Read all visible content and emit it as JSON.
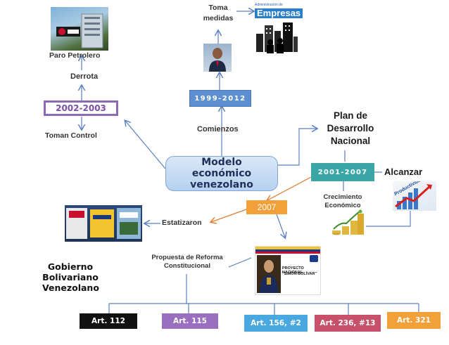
{
  "diagram": {
    "center": "Modelo económico venezolano",
    "period_1999": "1999-2012",
    "comienzos": "Comienzos",
    "toma_medidas": "Toma medidas",
    "empresas_logo_small": "Administración de",
    "empresas_logo": "Empresas",
    "period_2002": "2002-2003",
    "paro_petrolero": "Paro Petrolero",
    "derrota": "Derrota",
    "toman_control": "Toman Control",
    "plan_desarrollo": "Plan de Desarrollo Nacional",
    "period_2001": "2001-2007",
    "alcanzar": "Alcanzar",
    "crecimiento": "Crecimiento Económico",
    "productividad_word": "Productividad",
    "year_2007": "2007",
    "estatizaron": "Estatizaron",
    "propuesta": "Propuesta de Reforma Constitucional",
    "proyecto_line1": "PROYECTO NACIONAL",
    "proyecto_line2": "\"SIMÓN BOLÍVAR\"",
    "gobierno": "Gobierno Bolivariano Venezolano",
    "articles": [
      "Art. 112",
      "Art. 115",
      "Art. 156, #2",
      "Art. 236, #13",
      "Art. 321"
    ]
  },
  "colors": {
    "blue_box": "#5b8fd0",
    "purple": "#9b6fbf",
    "black": "#111111",
    "light_blue": "#4aa8e0",
    "red": "#c8506a",
    "orange": "#f2a03a",
    "teal_box": "#3aa6a6",
    "arrow_blue": "#5a7fbf",
    "arrow_orange": "#e07a30"
  }
}
